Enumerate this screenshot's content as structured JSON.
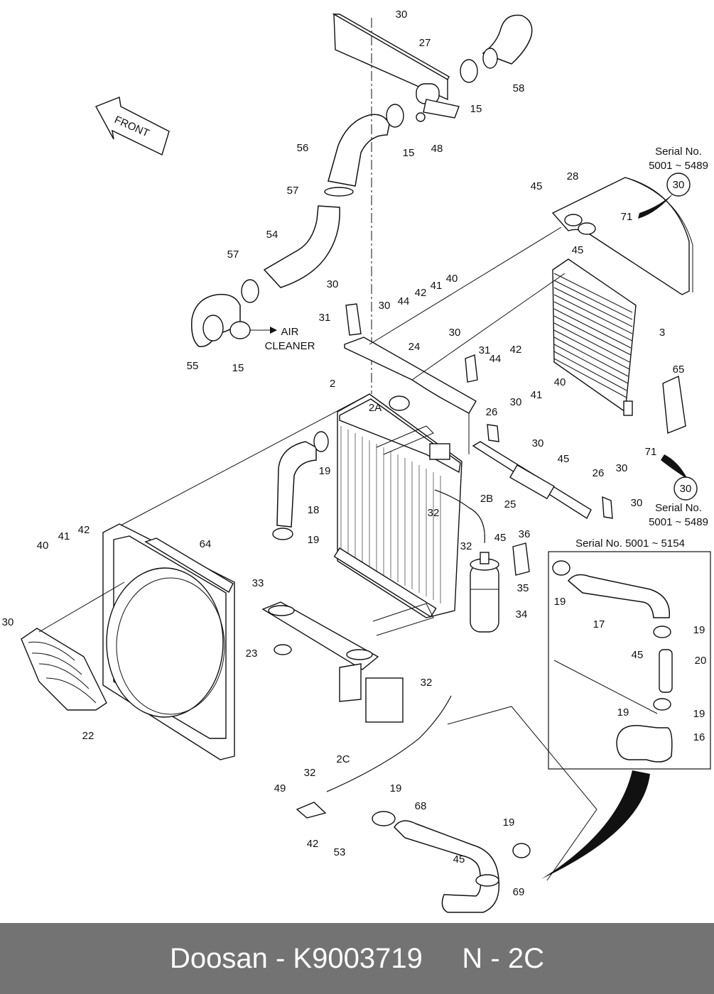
{
  "diagram": {
    "front_label": "FRONT",
    "air_cleaner_label": "AIR\nCLEANER",
    "serial_notes": [
      "Serial No.\n5001 ~ 5489",
      "Serial No.\n5001 ~ 5489",
      "Serial No. 5001 ~ 5154"
    ],
    "callout_circle": "30",
    "part_labels": [
      "30",
      "27",
      "58",
      "15",
      "15",
      "48",
      "56",
      "57",
      "54",
      "57",
      "55",
      "15",
      "28",
      "45",
      "71",
      "45",
      "3",
      "30",
      "31",
      "30",
      "44",
      "42",
      "41",
      "40",
      "24",
      "30",
      "31",
      "44",
      "42",
      "41",
      "40",
      "65",
      "2",
      "2A",
      "19",
      "18",
      "19",
      "26",
      "30",
      "30",
      "25",
      "45",
      "26",
      "30",
      "30",
      "71",
      "32",
      "2B",
      "36",
      "45",
      "32",
      "35",
      "34",
      "40",
      "41",
      "42",
      "64",
      "33",
      "23",
      "30",
      "22",
      "32",
      "2C",
      "32",
      "49",
      "42",
      "53",
      "19",
      "68",
      "19",
      "45",
      "69",
      "17",
      "19",
      "19",
      "45",
      "20",
      "19",
      "19",
      "16"
    ]
  },
  "footer": {
    "brand": "Doosan",
    "part_number": "K9003719",
    "code": "N - 2C",
    "text": "Doosan - K9003719     N - 2C"
  }
}
